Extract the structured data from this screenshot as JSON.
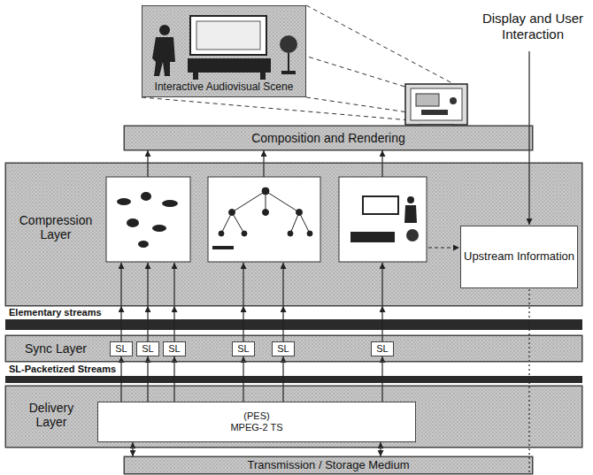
{
  "diagram": {
    "nodes": [
      {
        "text": [
          "Interactive Audiovisual Scene"
        ]
      },
      {
        "text": [
          "Composition and Rendering"
        ]
      },
      {
        "text": [
          "Compression Layer"
        ]
      },
      {
        "text": [
          "Upstream Information"
        ],
        "in": 2
      },
      {
        "text": [
          "Sync Layer"
        ]
      },
      {
        "text": [
          "SL"
        ],
        "in": 4
      },
      {
        "text": [
          "SL"
        ],
        "in": 4
      },
      {
        "text": [
          "SL"
        ],
        "in": 4
      },
      {
        "text": [
          "SL"
        ],
        "in": 4
      },
      {
        "text": [
          "SL"
        ],
        "in": 4
      },
      {
        "text": [
          "SL"
        ],
        "in": 4
      },
      {
        "text": [
          "Delivery Layer"
        ]
      },
      {
        "text": [
          "(PES) MPEG-2 TS"
        ],
        "in": 11
      },
      {
        "text": [
          "Transmission / Storage Medium"
        ]
      }
    ],
    "edges": [
      {
        "from": 5,
        "to": 2,
        "arrow": "to"
      },
      {
        "from": 6,
        "to": 2,
        "arrow": "to"
      },
      {
        "from": 7,
        "to": 2,
        "arrow": "to"
      },
      {
        "from": 8,
        "to": 2,
        "arrow": "to"
      },
      {
        "from": 9,
        "to": 2,
        "arrow": "to"
      },
      {
        "from": 10,
        "to": 2,
        "arrow": "to"
      },
      {
        "from": 12,
        "to": 5,
        "arrow": "to"
      },
      {
        "from": 12,
        "to": 6,
        "arrow": "to"
      },
      {
        "from": 12,
        "to": 7,
        "arrow": "to"
      },
      {
        "from": 12,
        "to": 8,
        "arrow": "to"
      },
      {
        "from": 12,
        "to": 9,
        "arrow": "to"
      },
      {
        "from": 12,
        "to": 10,
        "arrow": "to"
      },
      {
        "from": 13,
        "to": 12,
        "arrow": "both"
      },
      {
        "from": 13,
        "to": 12,
        "arrow": "both"
      },
      {
        "from": 2,
        "to": 1,
        "arrow": "to"
      },
      {
        "from": 2,
        "to": 1,
        "arrow": "to"
      },
      {
        "from": 2,
        "to": 1,
        "arrow": "to"
      }
    ],
    "labels": [
      "Display and User Interaction",
      "Elementary streams",
      "SL-Packetized Streams"
    ]
  }
}
